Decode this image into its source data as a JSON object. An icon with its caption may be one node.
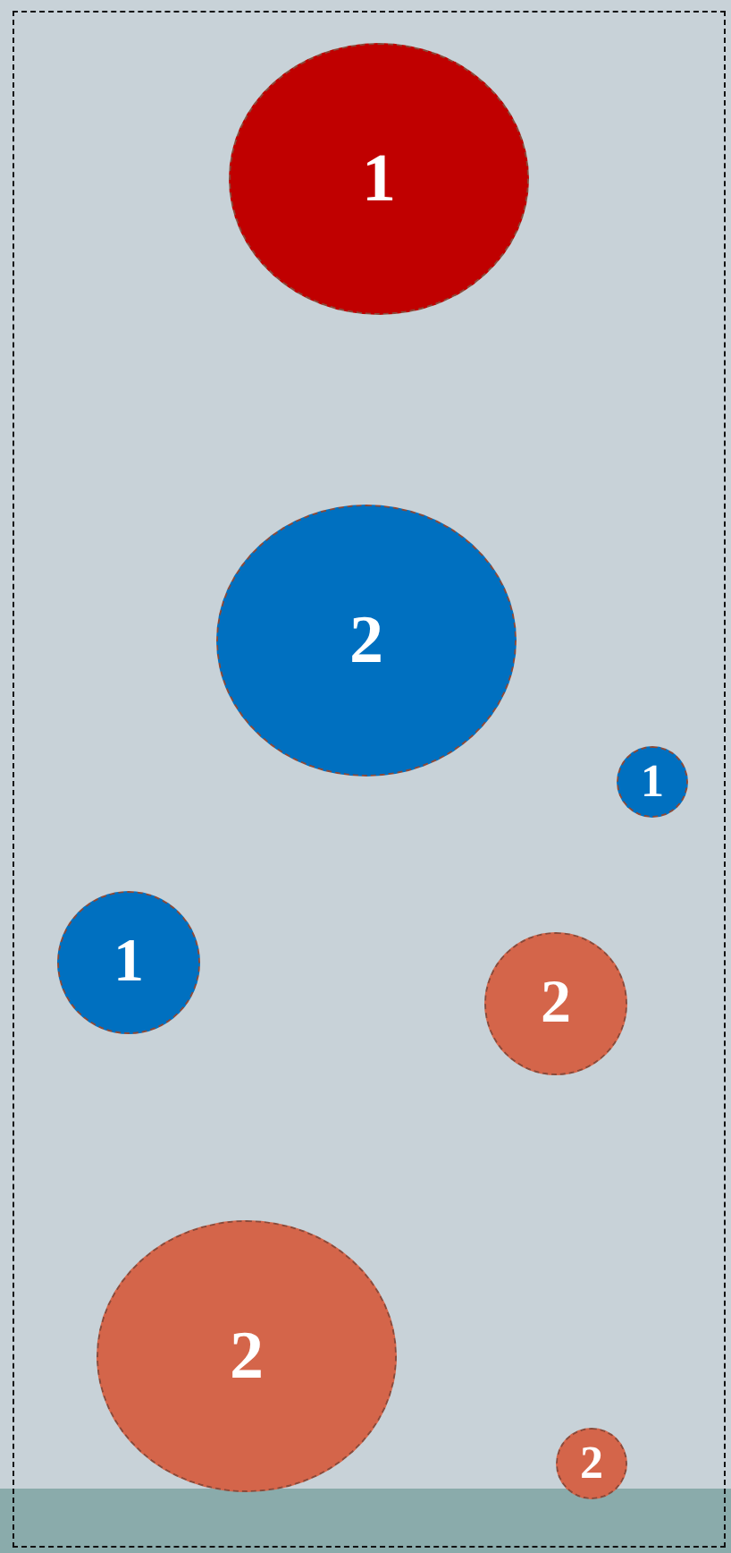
{
  "diagram": {
    "nodes": [
      {
        "text": [
          "1"
        ]
      },
      {
        "text": [
          "2"
        ]
      },
      {
        "text": [
          "1"
        ]
      },
      {
        "text": [
          "1"
        ]
      },
      {
        "text": [
          "2"
        ]
      },
      {
        "text": [
          "2"
        ]
      },
      {
        "text": [
          "2"
        ]
      }
    ]
  }
}
